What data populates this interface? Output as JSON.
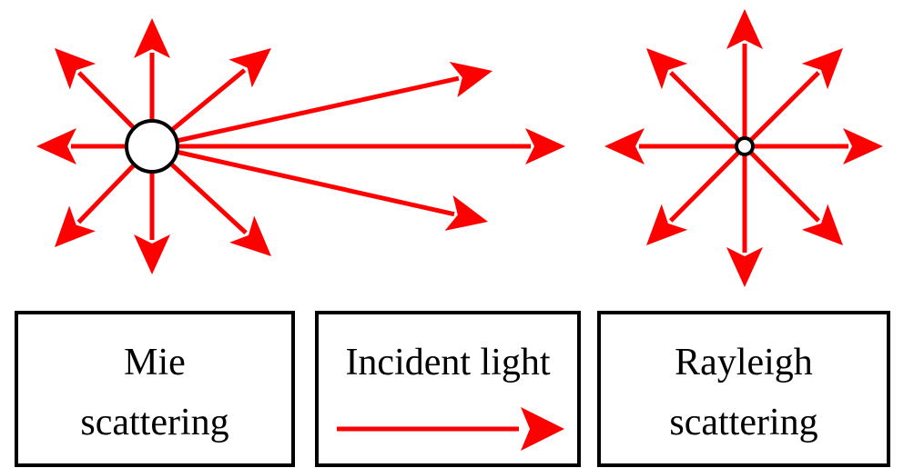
{
  "mie": {
    "line1": "Mie",
    "line2": "scattering"
  },
  "incident": {
    "label": "Incident light"
  },
  "rayleigh": {
    "line1": "Rayleigh",
    "line2": "scattering"
  },
  "colors": {
    "arrow": "#ff0000",
    "outline": "#000000"
  }
}
